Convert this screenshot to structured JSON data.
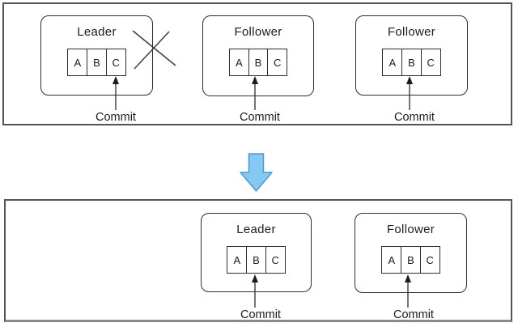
{
  "colors": {
    "outline": "#545454",
    "node_border": "#2e2e2e",
    "text": "#1c1c1c",
    "arrow_line": "#3a3a3a",
    "transition_arrow_fill": "#85C9F2",
    "transition_arrow_stroke": "#4D97D6"
  },
  "sections": [
    {
      "position": "top",
      "nodes": [
        {
          "role": "Leader",
          "cells": [
            "A",
            "B",
            "C"
          ],
          "commit_label": "Commit",
          "commit_target_cell": "C",
          "crossed_out": true
        },
        {
          "role": "Follower",
          "cells": [
            "A",
            "B",
            "C"
          ],
          "commit_label": "Commit",
          "commit_target_cell": "B",
          "crossed_out": false
        },
        {
          "role": "Follower",
          "cells": [
            "A",
            "B",
            "C"
          ],
          "commit_label": "Commit",
          "commit_target_cell": "B",
          "crossed_out": false
        }
      ]
    },
    {
      "position": "bottom",
      "nodes": [
        {
          "role": "Leader",
          "cells": [
            "A",
            "B",
            "C"
          ],
          "commit_label": "Commit",
          "commit_target_cell": "B",
          "crossed_out": false
        },
        {
          "role": "Follower",
          "cells": [
            "A",
            "B",
            "C"
          ],
          "commit_label": "Commit",
          "commit_target_cell": "B",
          "crossed_out": false
        }
      ]
    }
  ]
}
